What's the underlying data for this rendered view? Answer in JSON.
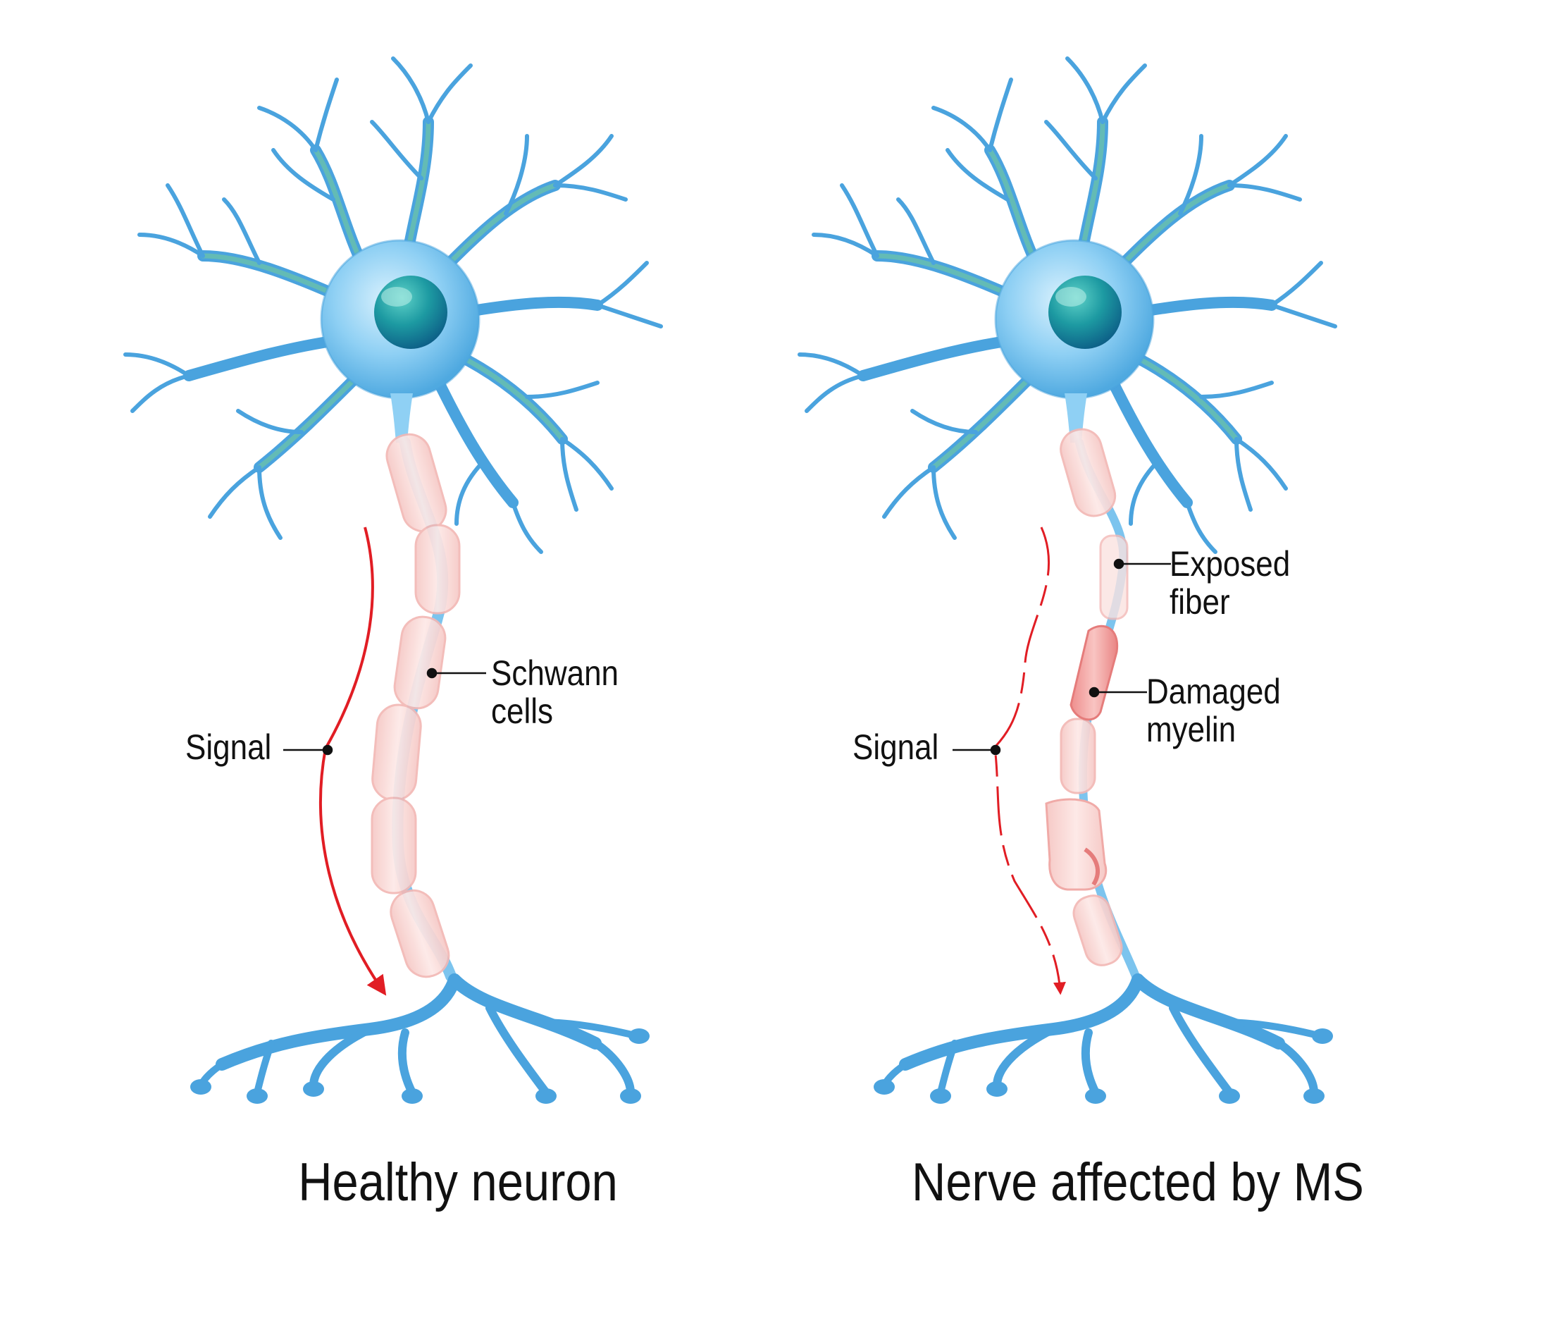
{
  "labels": {
    "healthy_signal": "Signal",
    "schwann": {
      "line1": "Schwann",
      "line2": "cells"
    },
    "healthy_title": "Healthy neuron",
    "ms_signal": "Signal",
    "exposed": {
      "line1": "Exposed",
      "line2": "fiber"
    },
    "damaged": {
      "line1": "Damaged",
      "line2": "myelin"
    },
    "ms_title": "Nerve affected by MS"
  },
  "colors": {
    "cell_body": "#7cc4ee",
    "dendrite": "#4aa3de",
    "dendrite_green": "#5cb8a8",
    "nucleus": "#137f8c",
    "myelin": "#f8d6d4",
    "damaged_myelin": "#f29b9a",
    "signal": "#e11d24",
    "leader": "#111111"
  },
  "icons": {
    "healthy_cell": "neuron-icon",
    "ms_cell": "demyelinated-neuron-icon",
    "healthy_arrow": "solid-arrow-icon",
    "ms_arrow": "dashed-arrow-icon"
  }
}
